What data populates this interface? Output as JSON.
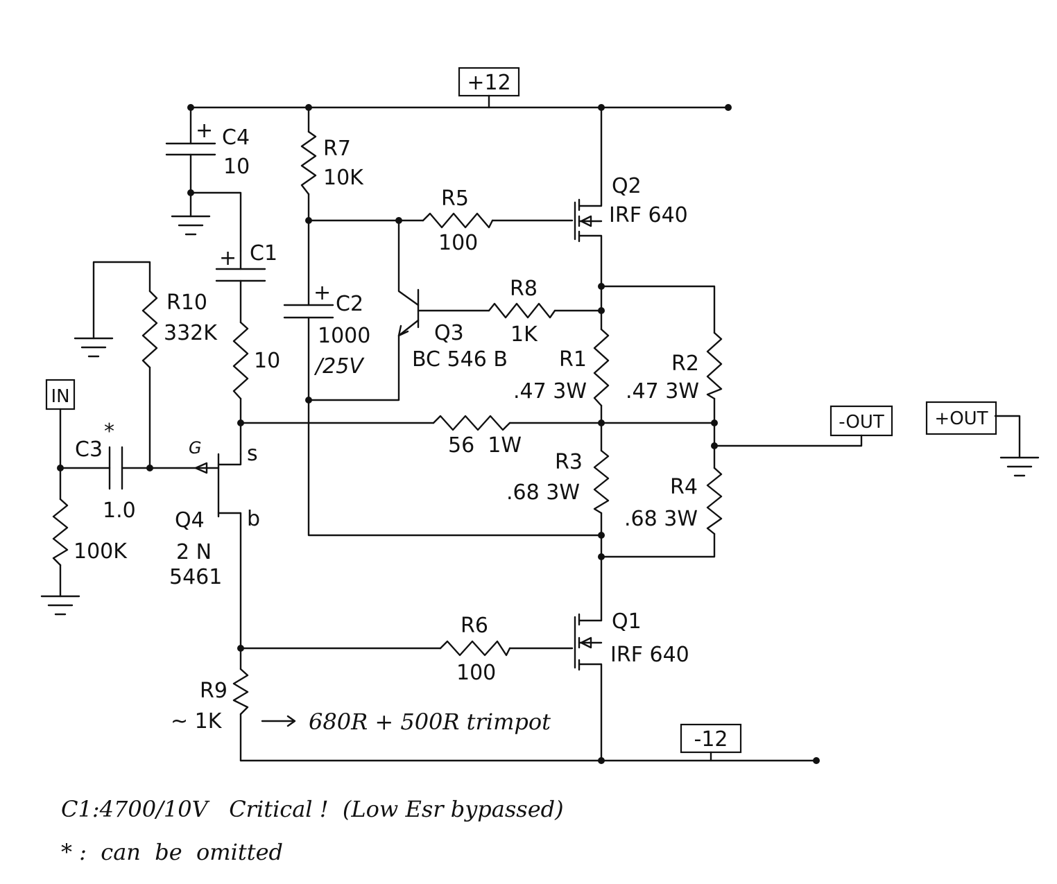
{
  "rails": {
    "positive": "+12",
    "negative": "-12"
  },
  "terminals": {
    "input": "IN",
    "neg_out": "-OUT",
    "pos_out": "+OUT"
  },
  "components": {
    "C4": {
      "ref": "C4",
      "value": "10",
      "polarity": "+"
    },
    "C1": {
      "ref": "C1",
      "polarity": "+"
    },
    "C2": {
      "ref": "C2",
      "value": "1000",
      "rating": "/25V",
      "polarity": "+"
    },
    "C3": {
      "ref": "C3",
      "value": "1.0",
      "mark": "*"
    },
    "R7": {
      "ref": "R7",
      "value": "10K"
    },
    "R5": {
      "ref": "R5",
      "value": "100"
    },
    "R8": {
      "ref": "R8",
      "value": "1K"
    },
    "R10": {
      "ref": "R10",
      "value": "332K"
    },
    "R_src": {
      "value": "10"
    },
    "R_in": {
      "value": "100K"
    },
    "R_fb": {
      "value": "56  1W"
    },
    "R1": {
      "ref": "R1",
      "value": ".47 3W"
    },
    "R2": {
      "ref": "R2",
      "value": ".47 3W"
    },
    "R3": {
      "ref": "R3",
      "value": ".68 3W"
    },
    "R4": {
      "ref": "R4",
      "value": ".68 3W"
    },
    "R6": {
      "ref": "R6",
      "value": "100"
    },
    "R9": {
      "ref": "R9",
      "value": "~ 1K",
      "note": "680R + 500R trimpot"
    },
    "Q1": {
      "ref": "Q1",
      "part": "IRF 640"
    },
    "Q2": {
      "ref": "Q2",
      "part": "IRF 640"
    },
    "Q3": {
      "ref": "Q3",
      "part": "BC 546 B"
    },
    "Q4": {
      "ref": "Q4",
      "part_line1": "2 N",
      "part_line2": "5461",
      "pin_g": "G",
      "pin_s": "s",
      "pin_b": "b"
    }
  },
  "notes": {
    "line1": "C1:4700/10V   Critical !  (Low Esr bypassed)",
    "line2": "* :  can  be  omitted"
  }
}
